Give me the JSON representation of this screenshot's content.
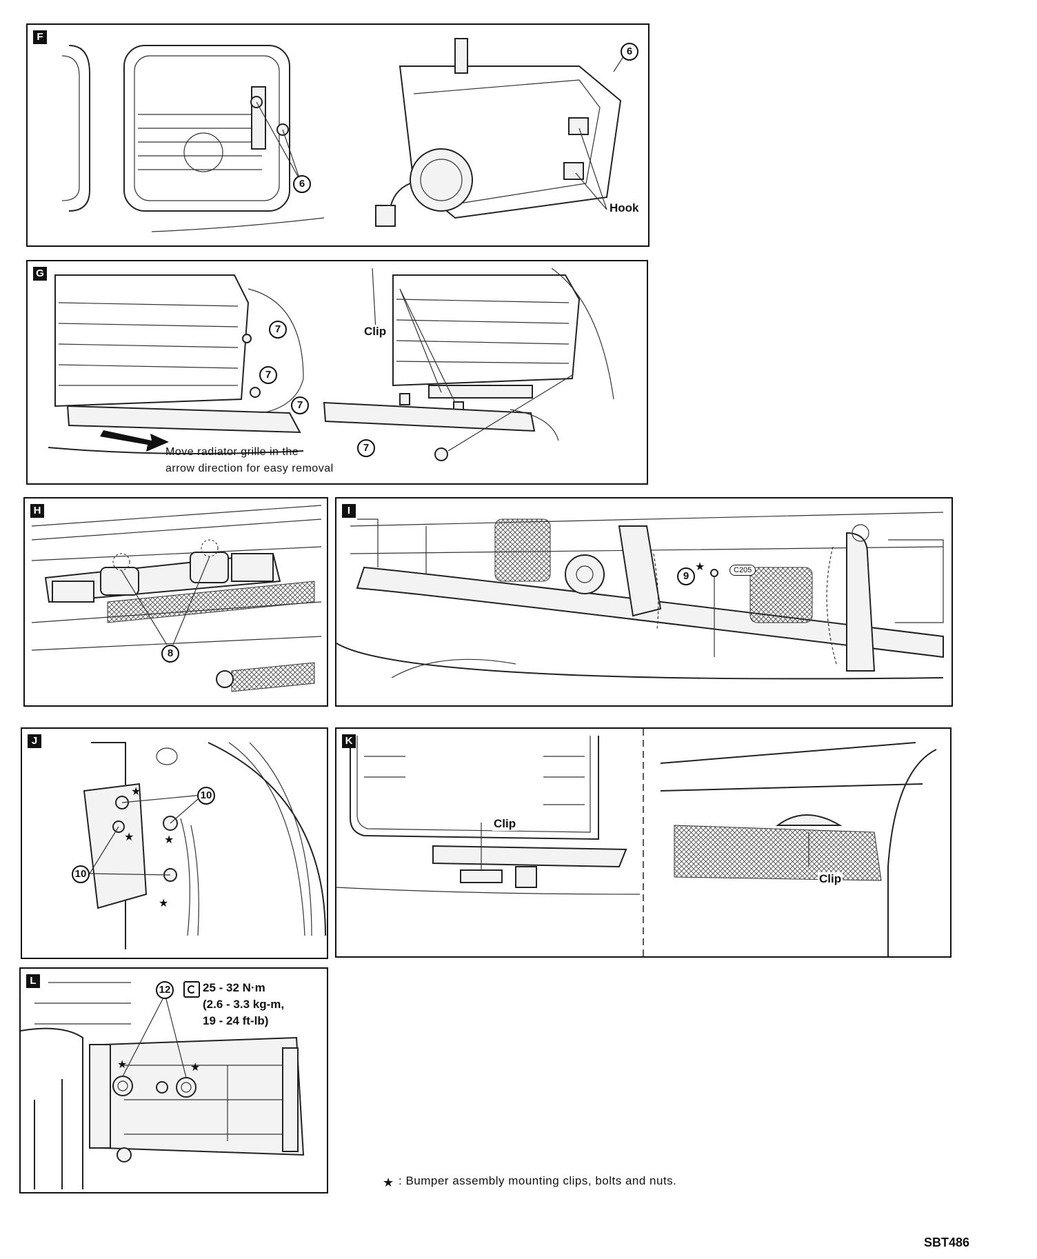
{
  "panels": {
    "f": {
      "letter": "F",
      "callout_6a": "6",
      "callout_6b": "6",
      "hook": "Hook"
    },
    "g": {
      "letter": "G",
      "callout_7a": "7",
      "callout_7b": "7",
      "callout_7c": "7",
      "callout_7d": "7",
      "clip": "Clip",
      "note_line1": "Move radiator grille in the",
      "note_line2": "arrow direction for easy removal"
    },
    "h": {
      "letter": "H",
      "callout_8": "8"
    },
    "i": {
      "letter": "I",
      "callout_9": "9",
      "star": "★",
      "badge": "C205"
    },
    "j": {
      "letter": "J",
      "callout_10a": "10",
      "callout_10b": "10"
    },
    "k": {
      "letter": "K",
      "clip_left": "Clip",
      "clip_right": "Clip"
    },
    "l": {
      "letter": "L",
      "callout_12": "12",
      "torque_line1": "25 - 32 N·m",
      "torque_line2": "(2.6 - 3.3 kg-m,",
      "torque_line3": "19 - 24 ft-lb)"
    }
  },
  "legend": {
    "star": "★",
    "text": ": Bumper assembly mounting clips, bolts and nuts."
  },
  "figure_code": "SBT486"
}
